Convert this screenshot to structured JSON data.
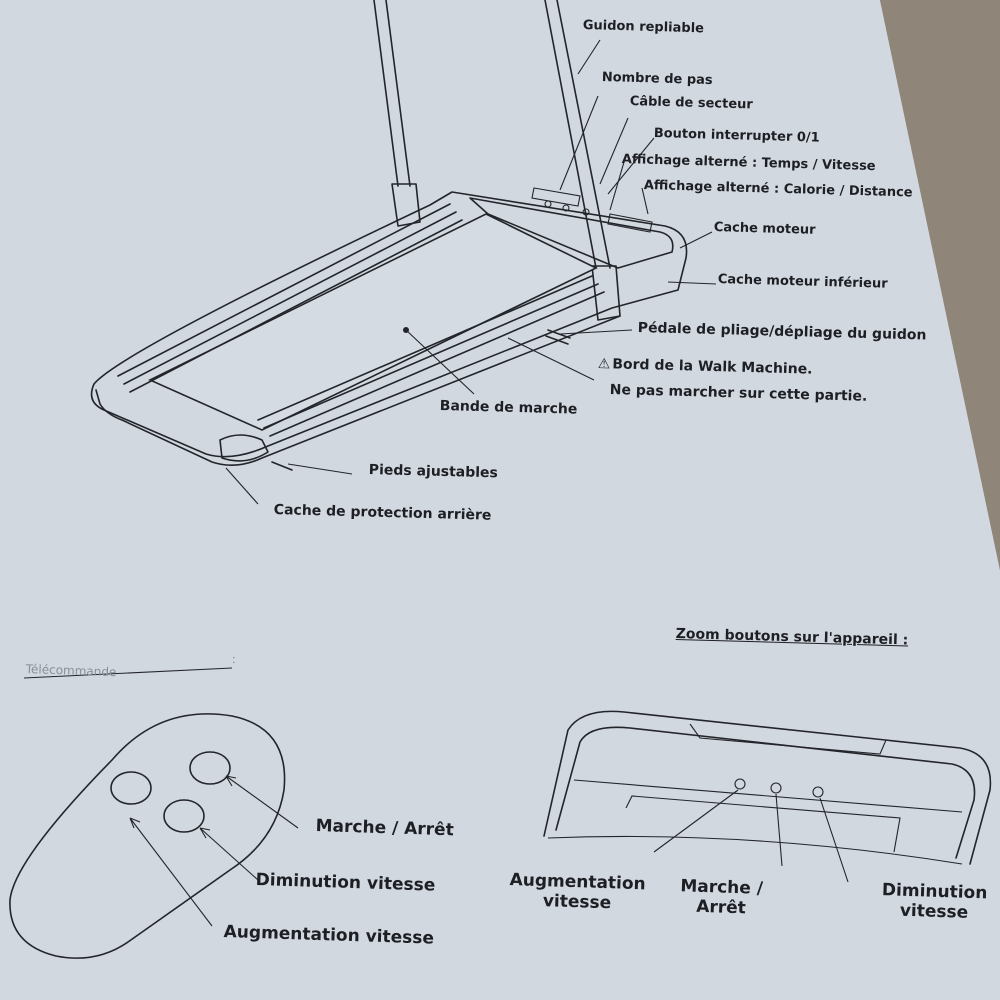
{
  "colors": {
    "paper": "#d2d8df",
    "ink": "#1d1f24",
    "background": "#8f8578"
  },
  "treadmill_labels": {
    "guidon_repliable": "Guidon repliable",
    "nombre_de_pas": "Nombre de pas",
    "cable_de_secteur": "Câble de secteur",
    "bouton_interrupteur": "Bouton interrupter 0/1",
    "affichage_temps": "Affichage alterné : Temps / Vitesse",
    "affichage_calorie": "Affichage alterné : Calorie / Distance",
    "cache_moteur": "Cache moteur",
    "cache_moteur_inferieur": "Cache moteur inférieur",
    "pedale_pliage": "Pédale de pliage/dépliage du guidon",
    "bord_warning": "Bord de la Walk Machine.",
    "ne_pas_marcher": "Ne pas marcher sur cette partie.",
    "bande_de_marche": "Bande de marche",
    "pieds_ajustables": "Pieds ajustables",
    "cache_protection": "Cache de protection arrière",
    "warning_icon": "warning-triangle-icon"
  },
  "remote": {
    "title": "Télécommande",
    "colon": ":",
    "marche_arret": "Marche / Arrêt",
    "diminution": "Diminution vitesse",
    "augmentation": "Augmentation vitesse"
  },
  "zoom": {
    "title": "Zoom boutons sur l'appareil :",
    "augmentation_1": "Augmentation",
    "augmentation_2": "vitesse",
    "marche_1": "Marche /",
    "marche_2": "Arrêt",
    "diminution_1": "Diminution",
    "diminution_2": "vitesse"
  }
}
